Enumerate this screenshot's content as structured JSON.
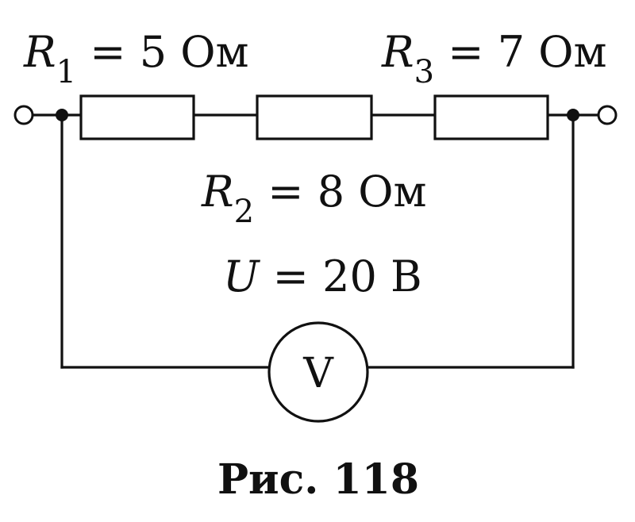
{
  "labels": {
    "r1": {
      "symbol": "R",
      "subscript": "1",
      "rest": " = 5 Ом"
    },
    "r3": {
      "symbol": "R",
      "subscript": "3",
      "rest": " = 7 Ом"
    },
    "r2": {
      "symbol": "R",
      "subscript": "2",
      "rest": " = 8 Ом"
    },
    "u": {
      "symbol": "U",
      "rest": " = 20 В"
    }
  },
  "voltmeter": {
    "letter": "V"
  },
  "caption": "Рис. 118"
}
